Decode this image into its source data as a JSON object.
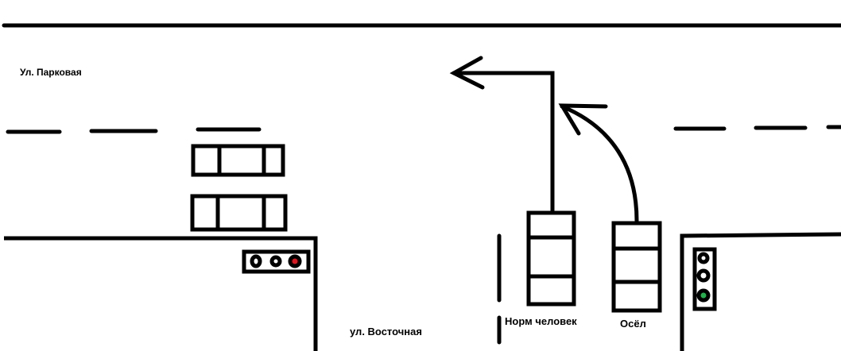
{
  "labels": {
    "street_top": "Ул. Парковая",
    "street_bottom": "ул. Восточная",
    "car_normal": "Норм человек",
    "car_donkey": "Осёл"
  },
  "colors": {
    "stroke": "#000000",
    "light_red": "#e0141e",
    "light_green": "#22b14c"
  },
  "traffic_lights": [
    {
      "name": "left",
      "active": "red"
    },
    {
      "name": "right",
      "active": "green"
    }
  ]
}
